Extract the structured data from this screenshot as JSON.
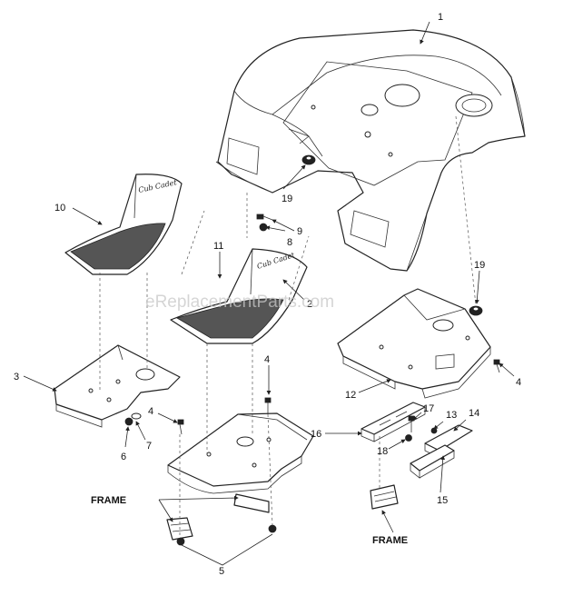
{
  "watermark": "eReplacementParts.com",
  "brand_text": "Cub Cadet",
  "frame_label": "FRAME",
  "callouts": {
    "c1": "1",
    "c2": "2",
    "c3": "3",
    "c4a": "4",
    "c4b": "4",
    "c4c": "4",
    "c5": "5",
    "c6": "6",
    "c7": "7",
    "c8": "8",
    "c9": "9",
    "c10": "10",
    "c11": "11",
    "c12": "12",
    "c13": "13",
    "c14": "14",
    "c15": "15",
    "c16": "16",
    "c17": "17",
    "c18": "18",
    "c19a": "19",
    "c19b": "19"
  }
}
